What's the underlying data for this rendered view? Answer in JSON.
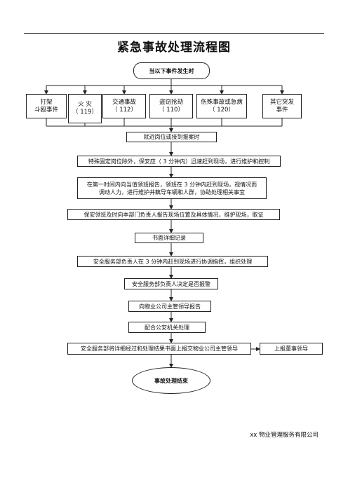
{
  "title": "紧急事故处理流程图",
  "start": "当以下事件发生时",
  "events": [
    {
      "line1": "打架",
      "line2": "斗殴事件"
    },
    {
      "line1": "火 灾",
      "line2": "（ 119）"
    },
    {
      "line1": "交通事故",
      "line2": "（ 112）"
    },
    {
      "line1": "盗窃抢劫",
      "line2": "（ 110）"
    },
    {
      "line1": "伤殊事故或急病",
      "line2": "（ 120）"
    },
    {
      "line1": "其它突发",
      "line2": "事件"
    }
  ],
  "steps": {
    "s1": "就近岗位或接到报案时",
    "s2": "特殊固定岗位除外，保安应（ 3 分钟内）迅速赶到现场，进行维护和控制",
    "s3_line1": "在第一时间内向当值领班报告，领班在 3 分钟内赶到现场，视情况而",
    "s3_line2": "调动人力，进行维护并藕导车辆和人群，协助处理相关事宜",
    "s4": "保安领班及时向本部门负责人报告现场位置及具体情况，维护现场，取证",
    "s5": "书面详细记录",
    "s6": "安全服务部负责人在 3 分钟内赶到现场进行协调指挥，组织处理",
    "s7": "安全服务部负责人决定是否报警",
    "s8": "向物业公司主管领导报告",
    "s9": "配合公安机关处理",
    "s10": "安全服务部将详细经过和处理结果书面上报交物业公司主管领导",
    "s10_side": "上报董事领导",
    "end": "事故处理结束"
  },
  "footer": "xx 物业管理服务有限公司"
}
